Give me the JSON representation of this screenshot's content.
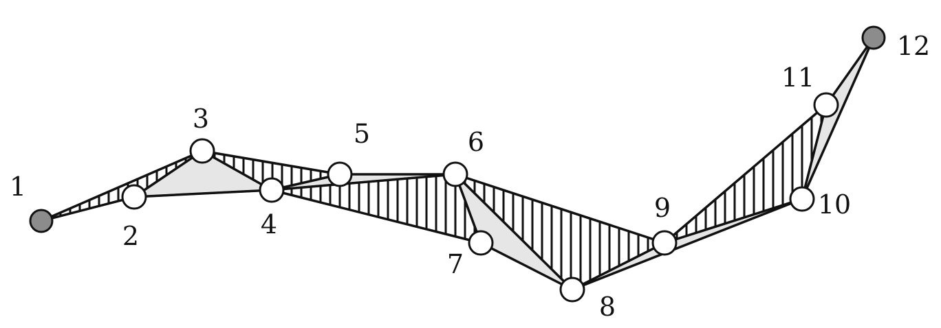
{
  "diagram": {
    "nodes": [
      {
        "id": "1",
        "label": "1",
        "kind": "endpoint"
      },
      {
        "id": "2",
        "label": "2",
        "kind": "inner"
      },
      {
        "id": "3",
        "label": "3",
        "kind": "inner"
      },
      {
        "id": "4",
        "label": "4",
        "kind": "inner"
      },
      {
        "id": "5",
        "label": "5",
        "kind": "inner"
      },
      {
        "id": "6",
        "label": "6",
        "kind": "inner"
      },
      {
        "id": "7",
        "label": "7",
        "kind": "inner"
      },
      {
        "id": "8",
        "label": "8",
        "kind": "inner"
      },
      {
        "id": "9",
        "label": "9",
        "kind": "inner"
      },
      {
        "id": "10",
        "label": "10",
        "kind": "inner"
      },
      {
        "id": "11",
        "label": "11",
        "kind": "inner"
      },
      {
        "id": "12",
        "label": "12",
        "kind": "endpoint"
      }
    ],
    "triangles": [
      {
        "vertices": [
          "1",
          "2",
          "3"
        ],
        "fill": "hatched"
      },
      {
        "vertices": [
          "2",
          "3",
          "4"
        ],
        "fill": "solid"
      },
      {
        "vertices": [
          "3",
          "4",
          "5"
        ],
        "fill": "hatched"
      },
      {
        "vertices": [
          "4",
          "5",
          "6"
        ],
        "fill": "solid"
      },
      {
        "vertices": [
          "4",
          "6",
          "7"
        ],
        "fill": "hatched"
      },
      {
        "vertices": [
          "6",
          "7",
          "8"
        ],
        "fill": "solid"
      },
      {
        "vertices": [
          "6",
          "8",
          "9"
        ],
        "fill": "hatched"
      },
      {
        "vertices": [
          "8",
          "9",
          "10"
        ],
        "fill": "solid"
      },
      {
        "vertices": [
          "9",
          "10",
          "11"
        ],
        "fill": "hatched"
      },
      {
        "vertices": [
          "10",
          "11",
          "12"
        ],
        "fill": "solid"
      }
    ],
    "colors": {
      "endpoint_fill": "#8c8c8c",
      "inner_fill": "#ffffff",
      "solid_fill": "#e6e6e6",
      "hatch_stroke": "#111111",
      "stroke": "#111111"
    }
  }
}
